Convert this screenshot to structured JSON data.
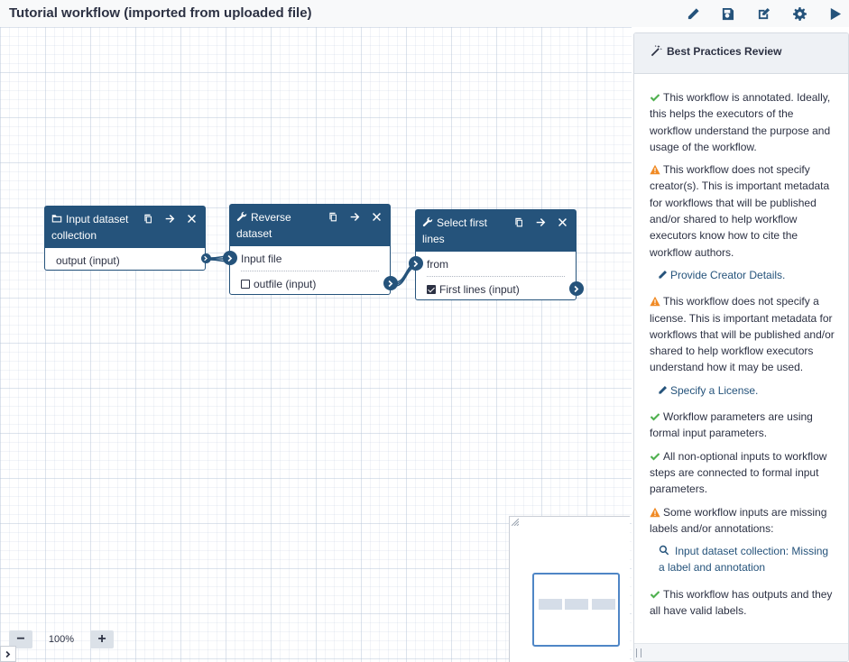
{
  "header": {
    "title": "Tutorial workflow (imported from uploaded file)",
    "buttons": [
      "pencil-icon",
      "save-icon",
      "edit-attributes-icon",
      "gear-icon",
      "run-icon"
    ]
  },
  "nodes": [
    {
      "title": "Input dataset collection",
      "icon": "folder-icon",
      "outputs": [
        "output (input)"
      ]
    },
    {
      "title": "Reverse dataset",
      "icon": "wrench-icon",
      "inputs": [
        "Input file"
      ],
      "outputs": [
        "outfile (input)"
      ]
    },
    {
      "title": "Select first lines",
      "icon": "wrench-icon",
      "inputs": [
        "from"
      ],
      "outputs": [
        "First lines (input)"
      ]
    }
  ],
  "zoom": {
    "level": "100%",
    "minus": "−",
    "plus": "+"
  },
  "panel": {
    "title": "Best Practices Review",
    "items": [
      {
        "status": "ok",
        "text": "This workflow is annotated. Ideally, this helps the executors of the workflow understand the purpose and usage of the workflow."
      },
      {
        "status": "warning",
        "text": "This workflow does not specify creator(s). This is important metadata for workflows that will be published and/or shared to help workflow executors know how to cite the workflow authors.",
        "action": "Provide Creator Details."
      },
      {
        "status": "warning",
        "text": "This workflow does not specify a license. This is important metadata for workflows that will be published and/or shared to help workflow executors understand how it may be used.",
        "action": "Specify a License."
      },
      {
        "status": "ok",
        "text": "Workflow parameters are using formal input parameters."
      },
      {
        "status": "ok",
        "text": "All non-optional inputs to workflow steps are connected to formal input parameters."
      },
      {
        "status": "warning",
        "text": "Some workflow inputs are missing labels and/or annotations:",
        "action": "Input dataset collection: Missing a label and annotation"
      },
      {
        "status": "ok",
        "text": "This workflow has outputs and they all have valid labels."
      }
    ]
  },
  "colors": {
    "primary": "#25537b",
    "ok": "#4fb04f",
    "warning": "#f08a24"
  }
}
